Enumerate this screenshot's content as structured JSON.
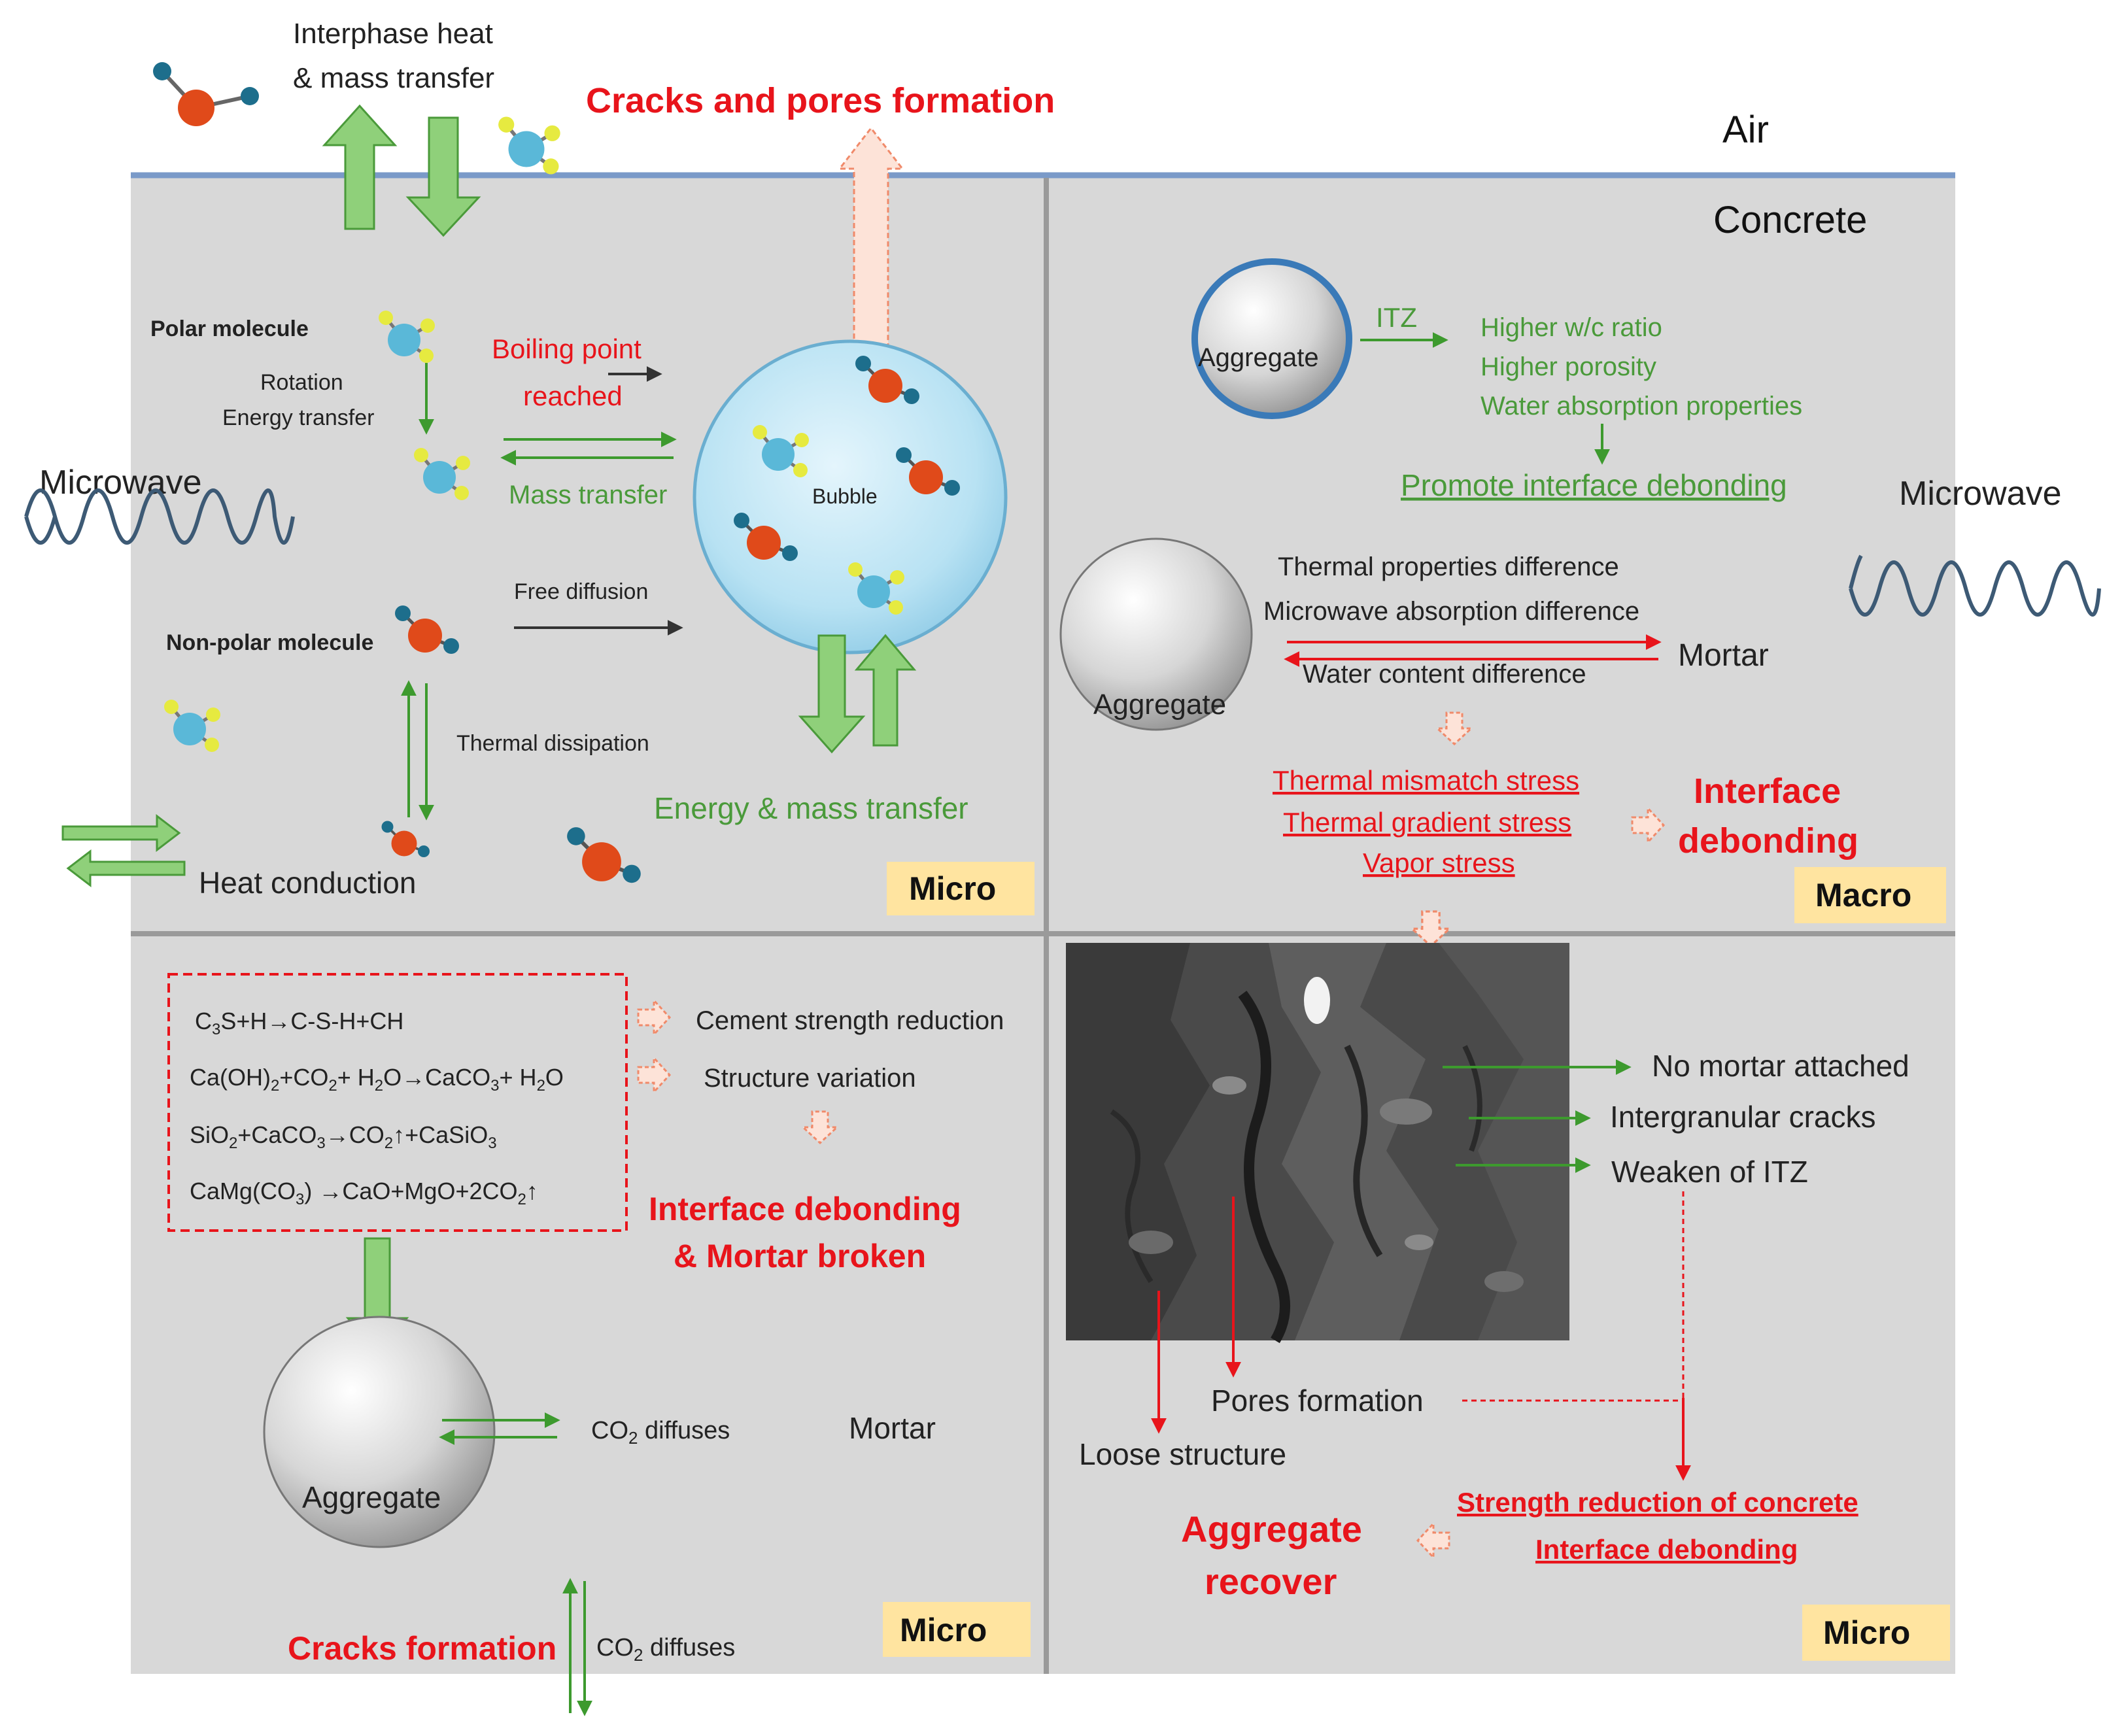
{
  "top": {
    "interphase_line1": "Interphase heat",
    "interphase_line2": "& mass transfer",
    "cracks_pores": "Cracks and pores formation",
    "air": "Air"
  },
  "panel_tl": {
    "polar_molecule": "Polar molecule",
    "rotation": "Rotation",
    "energy_transfer": "Energy transfer",
    "boiling_line1": "Boiling point",
    "boiling_line2": "reached",
    "mass_transfer": "Mass transfer",
    "bubble": "Bubble",
    "microwave": "Microwave",
    "free_diffusion": "Free diffusion",
    "non_polar_molecule": "Non-polar molecule",
    "thermal_dissipation": "Thermal dissipation",
    "energy_mass_transfer": "Energy & mass transfer",
    "heat_conduction": "Heat conduction",
    "scale": "Micro"
  },
  "panel_tr": {
    "concrete": "Concrete",
    "aggregate": "Aggregate",
    "itz": "ITZ",
    "higher_wc": "Higher w/c ratio",
    "higher_porosity": "Higher porosity",
    "water_absorption": "Water absorption properties",
    "promote_debonding": "Promote interface debonding",
    "microwave": "Microwave",
    "thermal_props": "Thermal properties difference",
    "microwave_absorption": "Microwave absorption difference",
    "mortar": "Mortar",
    "water_content": "Water content difference",
    "aggregate2": "Aggregate",
    "thermal_mismatch": "Thermal mismatch stress",
    "thermal_gradient": "Thermal gradient stress",
    "vapor_stress": "Vapor stress",
    "interface_line1": "Interface",
    "interface_line2": "debonding",
    "scale": "Macro"
  },
  "panel_bl": {
    "eq1": {
      "a": "C",
      "b": "3",
      "c": "S+H→C-S-H+CH"
    },
    "eq2": {
      "a": "Ca(OH)",
      "b": "2",
      "c": "+CO",
      "d": "2",
      "e": "+ H",
      "f": "2",
      "g": "O→CaCO",
      "h": "3",
      "i": "+ H",
      "j": "2",
      "k": "O"
    },
    "eq3": {
      "a": "SiO",
      "b": "2",
      "c": "+CaCO",
      "d": "3",
      "e": "→CO",
      "f": "2",
      "g": "↑+CaSiO",
      "h": "3"
    },
    "eq4": {
      "a": "CaMg(CO",
      "b": "3",
      "c": ") →CaO+MgO+2CO",
      "d": "2",
      "e": "↑"
    },
    "cement_strength": "Cement strength reduction",
    "structure_variation": "Structure variation",
    "debond_line1": "Interface debonding",
    "debond_line2": "& Mortar broken",
    "aggregate": "Aggregate",
    "co2_diffuses": {
      "a": "CO",
      "b": "2",
      "c": " diffuses"
    },
    "mortar": "Mortar",
    "cracks_formation": "Cracks formation",
    "co2_diffuses_bottom": {
      "a": "CO",
      "b": "2",
      "c": " diffuses"
    },
    "scale": "Micro"
  },
  "panel_br": {
    "no_mortar": "No mortar attached",
    "intergranular": "Intergranular cracks",
    "weaken_itz": "Weaken of ITZ",
    "pores_formation": "Pores formation",
    "loose_structure": "Loose structure",
    "strength_reduction": "Strength reduction of concrete",
    "interface_debonding": "Interface debonding",
    "recover_line1": "Aggregate",
    "recover_line2": "recover",
    "scale": "Micro"
  },
  "colors": {
    "red_text": "#e8141b",
    "green_text": "#4a9a3a",
    "arrow_green": "#8fd07a",
    "panel_bg": "#d8d8d8",
    "label_box": "#ffe4a0",
    "bubble": "#bfe4f5",
    "oxygen": "#e04a1a",
    "atom_teal": "#1d6e8c",
    "polar_center": "#5ab8d8",
    "polar_ligand": "#e6ea40"
  }
}
